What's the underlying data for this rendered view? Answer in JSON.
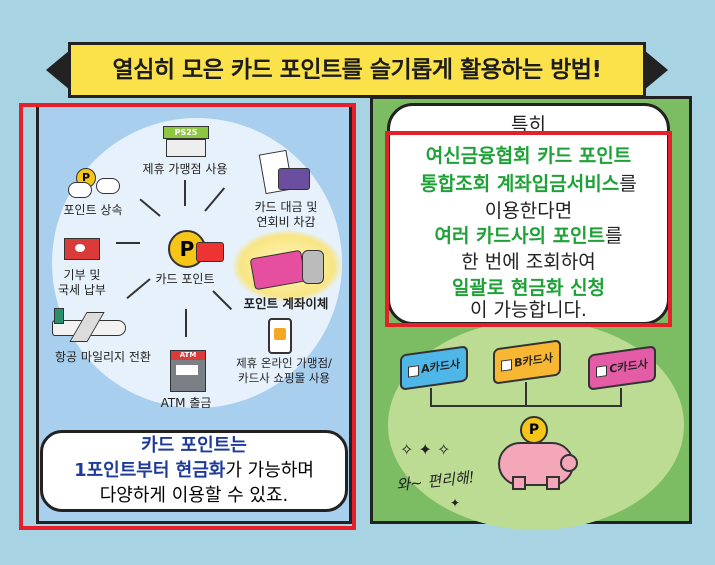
{
  "title": "열심히 모은 카드 포인트를 슬기롭게 활용하는 방법!",
  "left": {
    "store_sign": "PS25",
    "center_label": "카드 포인트",
    "center_coin": "P",
    "uses": {
      "affiliate_store": "제휴 가맹점 사용",
      "card_fee_line1": "카드 대금 및",
      "card_fee_line2": "연회비 차감",
      "inherit": "포인트 상속",
      "inherit_coin": "P",
      "donate_line1": "기부 및",
      "donate_line2": "국세 납부",
      "transfer": "포인트 계좌이체",
      "mileage": "항공 마일리지 전환",
      "online_line1": "제휴 온라인 가맹점/",
      "online_line2": "카드사 쇼핑몰 사용",
      "atm_sign": "ATM",
      "atm": "ATM 출금"
    },
    "bottom": {
      "line1": "카드 포인트는",
      "line2_bold": "1포인트부터 현금화",
      "line2_rest": "가 가능하며",
      "line3": "다양하게 이용할 수 있죠."
    }
  },
  "right": {
    "bubble": {
      "l1": "특히",
      "l2": "여신금융협회 카드 포인트",
      "l3_green": "통합조회 계좌입금서비스",
      "l3_rest": "를",
      "l4": "이용한다면",
      "l5_green": "여러 카드사의 포인트",
      "l5_rest": "를",
      "l6": "한 번에 조회하여",
      "l7": "일괄로 현금화 신청",
      "l8": "이 가능합니다."
    },
    "cards": [
      "A카드사",
      "B카드사",
      "C카드사"
    ],
    "coin": "P",
    "exclaim": "와~ 편리해!"
  },
  "colors": {
    "accent_red": "#e4202b",
    "green": "#1ea238",
    "blue": "#1e3b99",
    "ribbon": "#fbe24a"
  }
}
